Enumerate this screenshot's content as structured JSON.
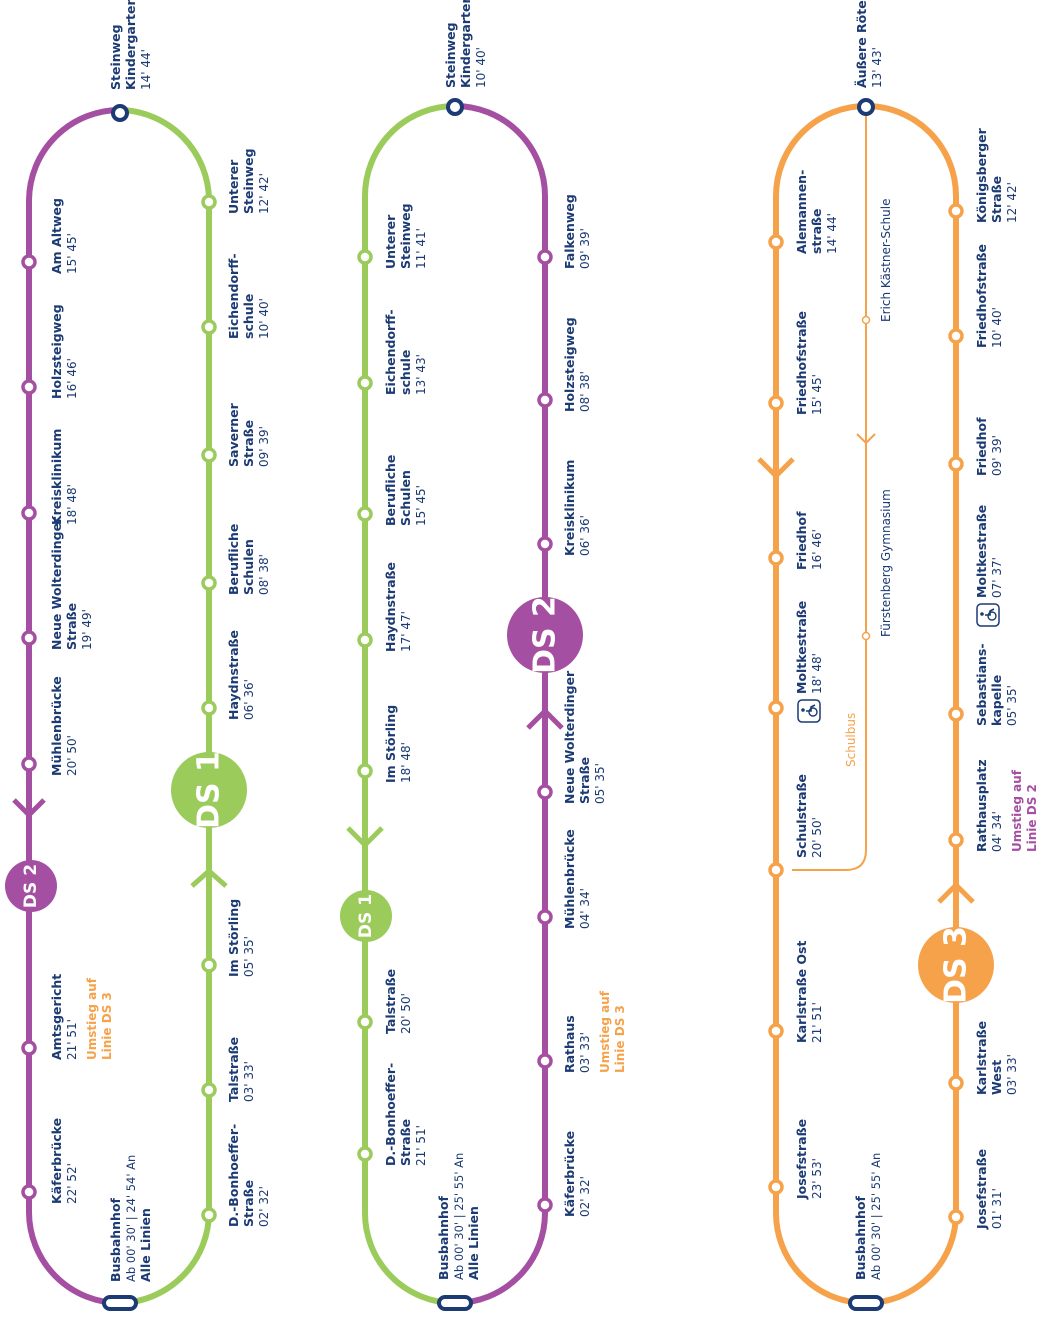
{
  "colors": {
    "ds1": "#9bcb5b",
    "ds2": "#a54fa2",
    "ds3": "#f5a24a",
    "navy": "#1c3a73",
    "white": "#ffffff"
  },
  "lines": {
    "ds1": "DS 1",
    "ds2": "DS 2",
    "ds3": "DS 3"
  },
  "common": {
    "busbahnhof": "Busbahnhof",
    "alle_linien": "Alle Linien",
    "transfer_word": "Umstieg auf"
  },
  "route1": {
    "top_stop": [
      "Steinweg",
      "Kindergarten",
      "14' 44'"
    ],
    "terminus_times": "Ab 00' 30' | 24' 54' An",
    "transfer": "Linie DS 3",
    "left_stops": [
      [
        "Käferbrücke",
        "22' 52'"
      ],
      [
        "Amtsgericht",
        "21' 51'"
      ],
      [
        "Mühlenbrücke",
        "20' 50'"
      ],
      [
        "Neue Wolterdinger",
        "Straße",
        "19' 49'"
      ],
      [
        "Kreisklinikum",
        "18' 48'"
      ],
      [
        "Holzsteigweg",
        "16' 46'"
      ],
      [
        "Am Altweg",
        "15' 45'"
      ]
    ],
    "right_stops": [
      [
        "D.-Bonhoeffer-",
        "Straße",
        "02' 32'"
      ],
      [
        "Talstraße",
        "03' 33'"
      ],
      [
        "Im Störling",
        "05' 35'"
      ],
      [
        "Haydnstraße",
        "06' 36'"
      ],
      [
        "Berufliche",
        "Schulen",
        "08' 38'"
      ],
      [
        "Saverner",
        "Straße",
        "09' 39'"
      ],
      [
        "Eichendorff-",
        "schule",
        "10' 40'"
      ],
      [
        "Unterer",
        "Steinweg",
        "12' 42'"
      ]
    ]
  },
  "route2": {
    "top_stop": [
      "Steinweg",
      "Kindergarten",
      "10' 40'"
    ],
    "terminus_times": "Ab 00' 30' | 25' 55' An",
    "transfer": "Linie DS 3",
    "left_stops": [
      [
        "D.-Bonhoeffer-",
        "Straße",
        "21' 51'"
      ],
      [
        "Talstraße",
        "20' 50'"
      ],
      [
        "Im Störling",
        "18' 48'"
      ],
      [
        "Haydnstraße",
        "17' 47'"
      ],
      [
        "Berufliche",
        "Schulen",
        "15' 45'"
      ],
      [
        "Eichendorff-",
        "schule",
        "13' 43'"
      ],
      [
        "Unterer",
        "Steinweg",
        "11' 41'"
      ]
    ],
    "right_stops": [
      [
        "Käferbrücke",
        "02' 32'"
      ],
      [
        "Rathaus",
        "03' 33'"
      ],
      [
        "Mühlenbrücke",
        "04' 34'"
      ],
      [
        "Neue Wolterdinger",
        "Straße",
        "05' 35'"
      ],
      [
        "Kreisklinikum",
        "06' 36'"
      ],
      [
        "Holzsteigweg",
        "08' 38'"
      ],
      [
        "Falkenweg",
        "09' 39'"
      ]
    ]
  },
  "route3": {
    "top_stop": [
      "Äußere Röte",
      "13' 43'"
    ],
    "terminus_times": "Ab 00' 30' | 25' 55' An",
    "transfer": "Linie DS 2",
    "schulbus": "Schulbus",
    "school_stop_1": "Fürstenberg Gymnasium",
    "school_stop_2": "Erich Kästner-Schule",
    "left_stops": [
      [
        "Josefstraße",
        "23' 53'"
      ],
      [
        "Karlstraße Ost",
        "21' 51'"
      ],
      [
        "Schulstraße",
        "20' 50'"
      ],
      [
        "Moltkestraße",
        "18' 48'"
      ],
      [
        "Friedhof",
        "16' 46'"
      ],
      [
        "Friedhofstraße",
        "15' 45'"
      ],
      [
        "Alemannen-",
        "straße",
        "14' 44'"
      ]
    ],
    "right_stops": [
      [
        "Josefstraße",
        "01' 31'"
      ],
      [
        "Karlstraße",
        "West",
        "03' 33'"
      ],
      [
        "Rathausplatz",
        "04' 34'"
      ],
      [
        "Sebastians-",
        "kapelle",
        "05' 35'"
      ],
      [
        "Moltkestraße",
        "07' 37'"
      ],
      [
        "Friedhof",
        "09' 39'"
      ],
      [
        "Friedhofstraße",
        "10' 40'"
      ],
      [
        "Königsberger",
        "Straße",
        "12' 42'"
      ]
    ]
  }
}
